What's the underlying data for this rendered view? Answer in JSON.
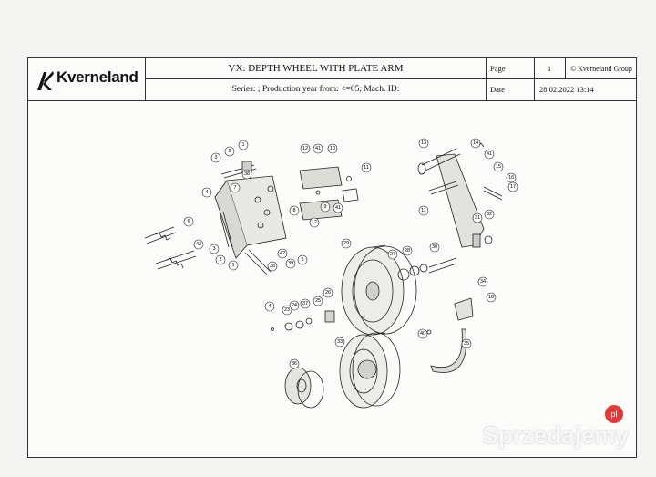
{
  "header": {
    "brand": "Kverneland",
    "title": "VX: DEPTH WHEEL WITH PLATE ARM",
    "subtitle": "Series: ; Production year from: <=05; Mach. ID:",
    "page_label": "Page",
    "page_number": "1",
    "copyright": "© Kverneland Group",
    "date_label": "Date",
    "date_value": "28.02.2022  13:14"
  },
  "callouts": [
    "3",
    "2",
    "1",
    "38",
    "7",
    "4",
    "6",
    "43",
    "3",
    "2",
    "1",
    "38",
    "42",
    "39",
    "5",
    "8",
    "12",
    "41",
    "10",
    "11",
    "12",
    "9",
    "41",
    "13",
    "14",
    "41",
    "15",
    "16",
    "17",
    "11",
    "31",
    "32",
    "29",
    "27",
    "28",
    "30",
    "34",
    "18",
    "26",
    "25",
    "37",
    "24",
    "23",
    "4",
    "40",
    "35",
    "33",
    "36"
  ],
  "watermark": {
    "text": "Sprzedajemy",
    "badge": "pl"
  }
}
